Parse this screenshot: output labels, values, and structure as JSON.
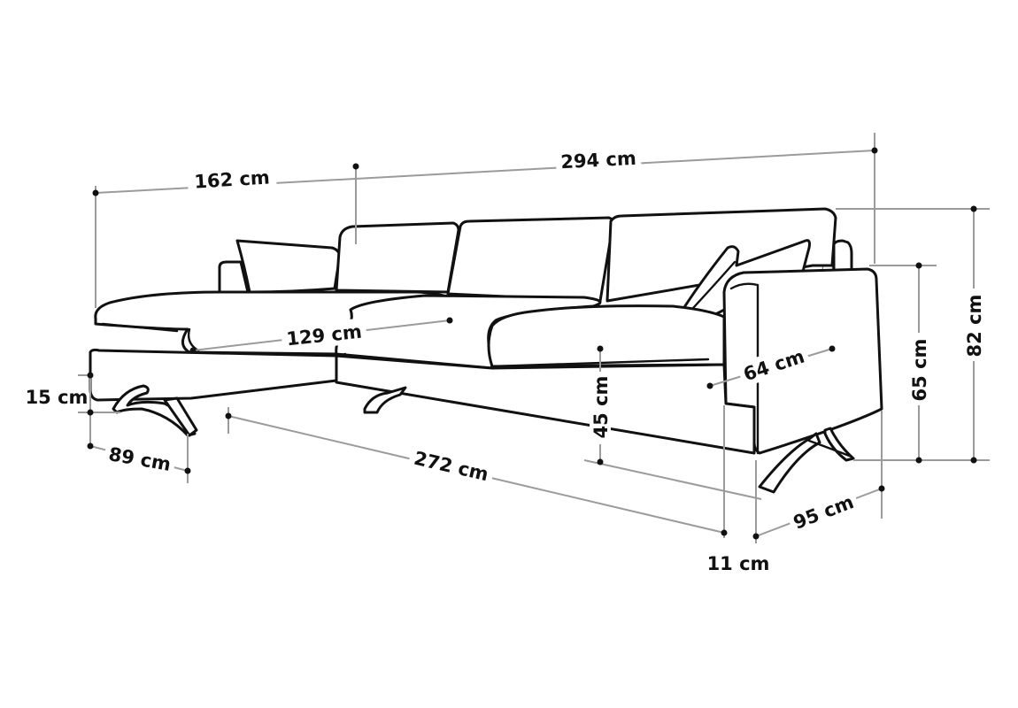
{
  "colors": {
    "dimension_line": "#9b9b9b",
    "outline": "#111111",
    "background": "#ffffff"
  },
  "dimensions": {
    "total_width": "294 cm",
    "chaise_width": "162 cm",
    "backrest_height": "82 cm",
    "armrest_height": "65 cm",
    "seat_height": "45 cm",
    "depth": "95 cm",
    "leg_height": "11 cm",
    "base_length": "272 cm",
    "chaise_seat_length": "129 cm",
    "seat_depth": "64 cm",
    "chaise_leg_height": "15 cm",
    "chaise_depth": "89 cm"
  }
}
